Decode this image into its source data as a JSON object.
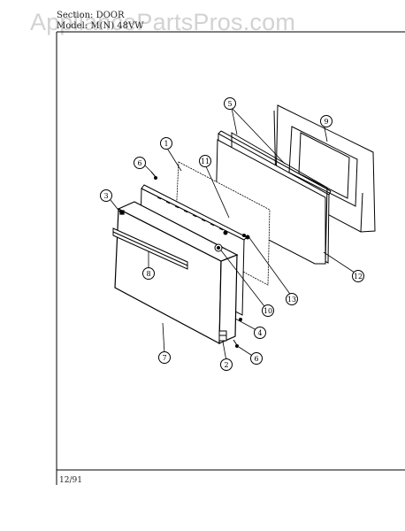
{
  "watermark": "AppliancePartsPros.com",
  "header": {
    "section_line": "Section: DOOR",
    "model_line": "Model: M(N) 48VW"
  },
  "footer": {
    "date": "12/91"
  },
  "callouts": [
    "1",
    "2",
    "3",
    "4",
    "5",
    "6",
    "7",
    "8",
    "9",
    "10",
    "11",
    "12",
    "13",
    "6"
  ]
}
